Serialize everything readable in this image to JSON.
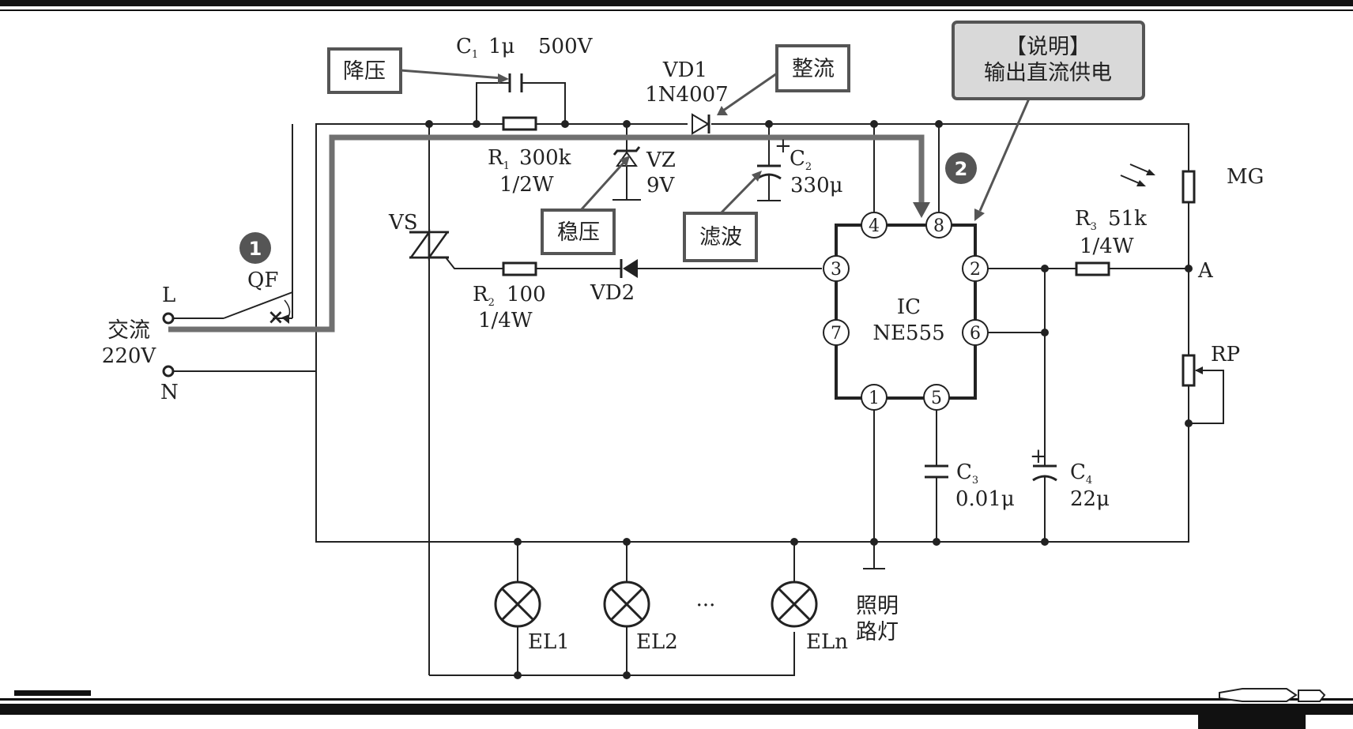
{
  "labels": {
    "c1_name": "C",
    "c1_sub": "1",
    "c1_value": "1μ",
    "c1_voltage": "500V",
    "vd1_name": "VD1",
    "vd1_model": "1N4007",
    "r1_name": "R",
    "r1_sub": "1",
    "r1_value": "300k",
    "r1_power": "1/2W",
    "vz_name": "VZ",
    "vz_value": "9V",
    "c2_name": "C",
    "c2_sub": "2",
    "c2_value": "330μ",
    "c2_polarity": "+",
    "vs_name": "VS",
    "r2_name": "R",
    "r2_sub": "2",
    "r2_value": "100",
    "r2_power": "1/4W",
    "vd2_name": "VD2",
    "ic_name": "IC",
    "ic_model": "NE555",
    "r3_name": "R",
    "r3_sub": "3",
    "r3_value": "51k",
    "r3_power": "1/4W",
    "mg_name": "MG",
    "node_a": "A",
    "rp_name": "RP",
    "c3_name": "C",
    "c3_sub": "3",
    "c3_value": "0.01μ",
    "c4_name": "C",
    "c4_sub": "4",
    "c4_value": "22μ",
    "c4_polarity": "+",
    "qf_name": "QF",
    "terminal_l": "L",
    "terminal_n": "N",
    "ac_label": "交流",
    "ac_voltage": "220V",
    "el1": "EL1",
    "el2": "EL2",
    "eln": "ELn",
    "ellipsis": "···",
    "lamp_label_1": "照明",
    "lamp_label_2": "路灯"
  },
  "callouts": {
    "step_down": "降压",
    "rectify": "整流",
    "regulate": "稳压",
    "filter": "滤波",
    "note_title": "【说明】",
    "note_body": "输出直流供电"
  },
  "markers": {
    "m1": "1",
    "m2": "2"
  },
  "ic_pins": {
    "p1": "1",
    "p2": "2",
    "p3": "3",
    "p4": "4",
    "p5": "5",
    "p6": "6",
    "p7": "7",
    "p8": "8"
  },
  "colors": {
    "ink": "#222222",
    "path_highlight": "#707070",
    "note_fill": "#d9d9d9",
    "marker_fill": "#555555"
  }
}
